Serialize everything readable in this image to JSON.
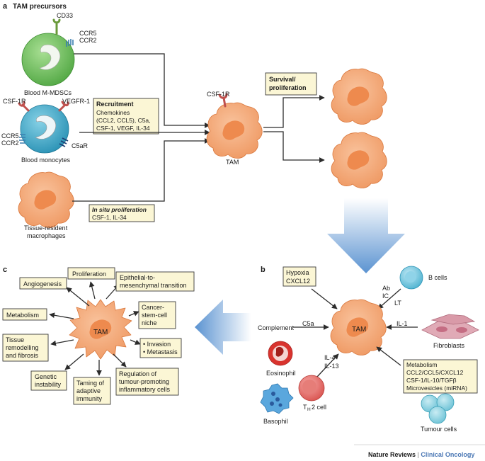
{
  "panel_a": {
    "letter": "a",
    "title": "TAM precursors",
    "cd33": "CD33",
    "mdsc_ccr5": "CCR5",
    "mdsc_ccr2": "CCR2",
    "mdsc_label": "Blood M-MDSCs",
    "mono_csf1r": "CSF-1R",
    "mono_vegfr1": "VEGFR-1",
    "mono_ccr5": "CCR5",
    "mono_ccr2": "CCR2",
    "mono_c5ar": "C5aR",
    "mono_label": "Blood monocytes",
    "recruit_title": "Recruitment",
    "recruit_lines": [
      "Chemokines",
      "(CCL2, CCL5), C5a,",
      "CSF-1, VEGF, IL-34"
    ],
    "tissue_label_1": "Tissue-resident",
    "tissue_label_2": "macrophages",
    "insitu_title": "In situ proliferation",
    "insitu_line": "CSF-1, IL-34",
    "tam_csf1r": "CSF-1R",
    "tam_label": "TAM",
    "survival_line1": "Survival/",
    "survival_line2": "proliferation"
  },
  "panel_b": {
    "letter": "b",
    "hypoxia_1": "Hypoxia",
    "hypoxia_2": "CXCL12",
    "bcells": "B cells",
    "ab": "Ab",
    "ic": "IC",
    "lt": "LT",
    "complement": "Complement",
    "c5a": "C5a",
    "il1": "IL-1",
    "fibroblasts": "Fibroblasts",
    "tam": "TAM",
    "il4": "IL-4",
    "il13": "IL-13",
    "eosinophil": "Eosinophil",
    "basophil": "Basophil",
    "th2_main": "T",
    "th2_sub": "H",
    "th2_rest": "2 cell",
    "metab_lines": [
      "Metabolism",
      "CCL2/CCL5/CXCL12",
      "CSF-1/IL-10/TGFβ",
      "Microvesicles (miRNA)"
    ],
    "tumour": "Tumour cells"
  },
  "panel_c": {
    "letter": "c",
    "tam": "TAM",
    "angiogenesis": "Angiogenesis",
    "proliferation": "Proliferation",
    "emt_1": "Epithelial-to-",
    "emt_2": "mesenchymal transition",
    "metabolism": "Metabolism",
    "niche_1": "Cancer-",
    "niche_2": "stem-cell",
    "niche_3": "niche",
    "tissue_1": "Tissue",
    "tissue_2": "remodelling",
    "tissue_3": "and fibrosis",
    "invasion": "• Invasion",
    "metastasis": "• Metastasis",
    "genetic_1": "Genetic",
    "genetic_2": "instability",
    "taming_1": "Taming of",
    "taming_2": "adaptive",
    "taming_3": "immunity",
    "regulation_1": "Regulation of",
    "regulation_2": "tumour-promoting",
    "regulation_3": "inflammatory cells"
  },
  "footer": {
    "journal": "Nature Reviews",
    "separator": " | ",
    "section": "Clinical Oncology"
  },
  "colors": {
    "macrophage": "#f4a878",
    "macrophage_nucleus": "#ee8a4e",
    "mdsc": "#7cc96a",
    "monocyte": "#4fb3d0",
    "label_box": "#fbf6d5",
    "big_arrow": "#6e9fd6",
    "footer_accent": "#4a77b4"
  }
}
